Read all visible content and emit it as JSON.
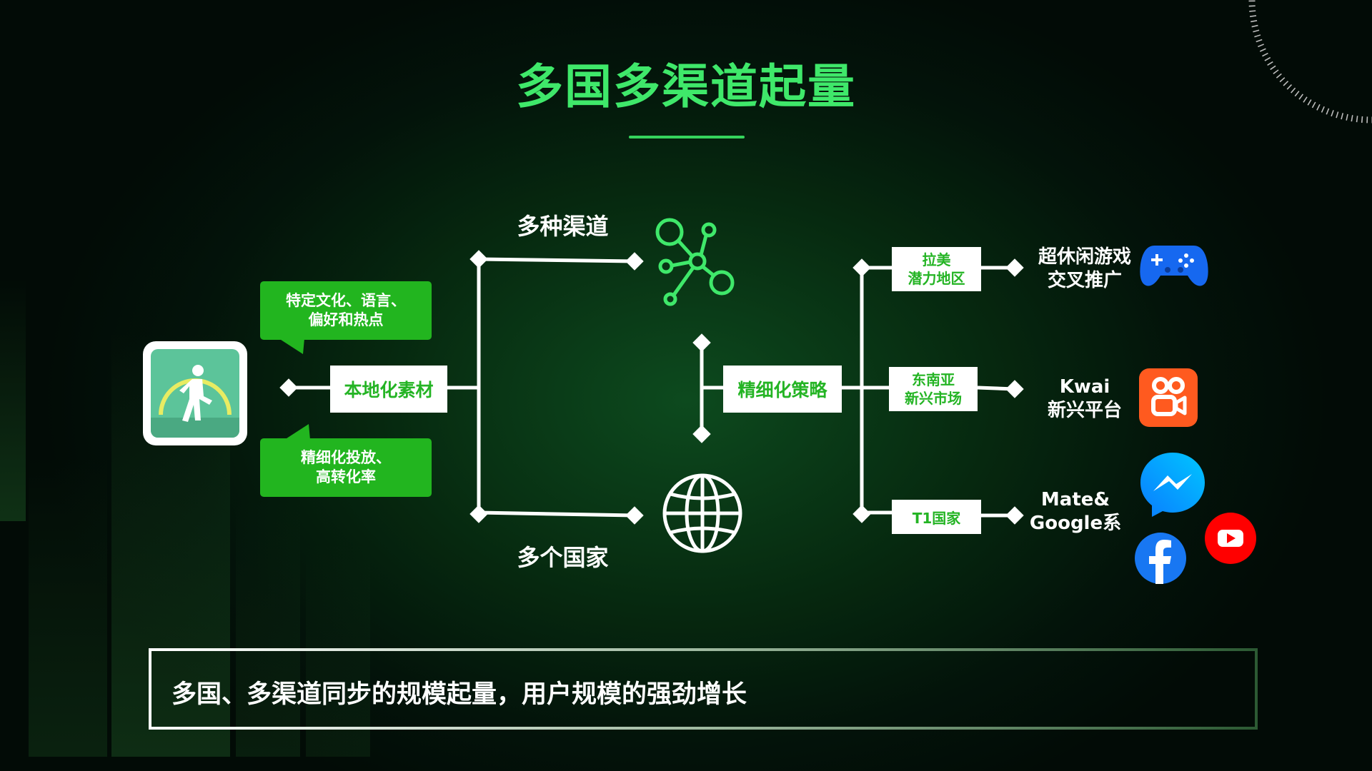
{
  "slide": {
    "title": "多国多渠道起量",
    "bottom_text": "多国、多渠道同步的规模起量，用户规模的强劲增长"
  },
  "left": {
    "app_icon": "walking-person-icon",
    "callout_top": [
      "特定文化、语言、",
      "偏好和热点"
    ],
    "callout_bottom": [
      "精细化投放、",
      "高转化率"
    ],
    "center_label": "本地化素材"
  },
  "branches": {
    "top_label": "多种渠道",
    "bottom_label": "多个国家",
    "top_icon": "network-nodes-icon",
    "bottom_icon": "globe-icon"
  },
  "strategy": {
    "label": "精细化策略"
  },
  "regions": [
    {
      "lines": [
        "拉美",
        "潜力地区"
      ],
      "platform_lines": [
        "超休闲游戏",
        "交叉推广"
      ],
      "icon": "gamepad-icon"
    },
    {
      "lines": [
        "东南亚",
        "新兴市场"
      ],
      "platform_lines": [
        "Kwai",
        "新兴平台"
      ],
      "icon": "kwai-icon"
    },
    {
      "lines": [
        "T1国家"
      ],
      "platform_lines": [
        "Mate&",
        "Google系"
      ],
      "icon": "messenger-youtube-facebook-icons"
    }
  ],
  "colors": {
    "accent_green": "#3fe86a",
    "box_green": "#22b51f",
    "label_green": "#24b424",
    "gamepad_blue": "#1668f0",
    "kwai_orange": "#ff5a1f",
    "youtube_red": "#ff0000",
    "facebook_blue": "#1877f2"
  }
}
